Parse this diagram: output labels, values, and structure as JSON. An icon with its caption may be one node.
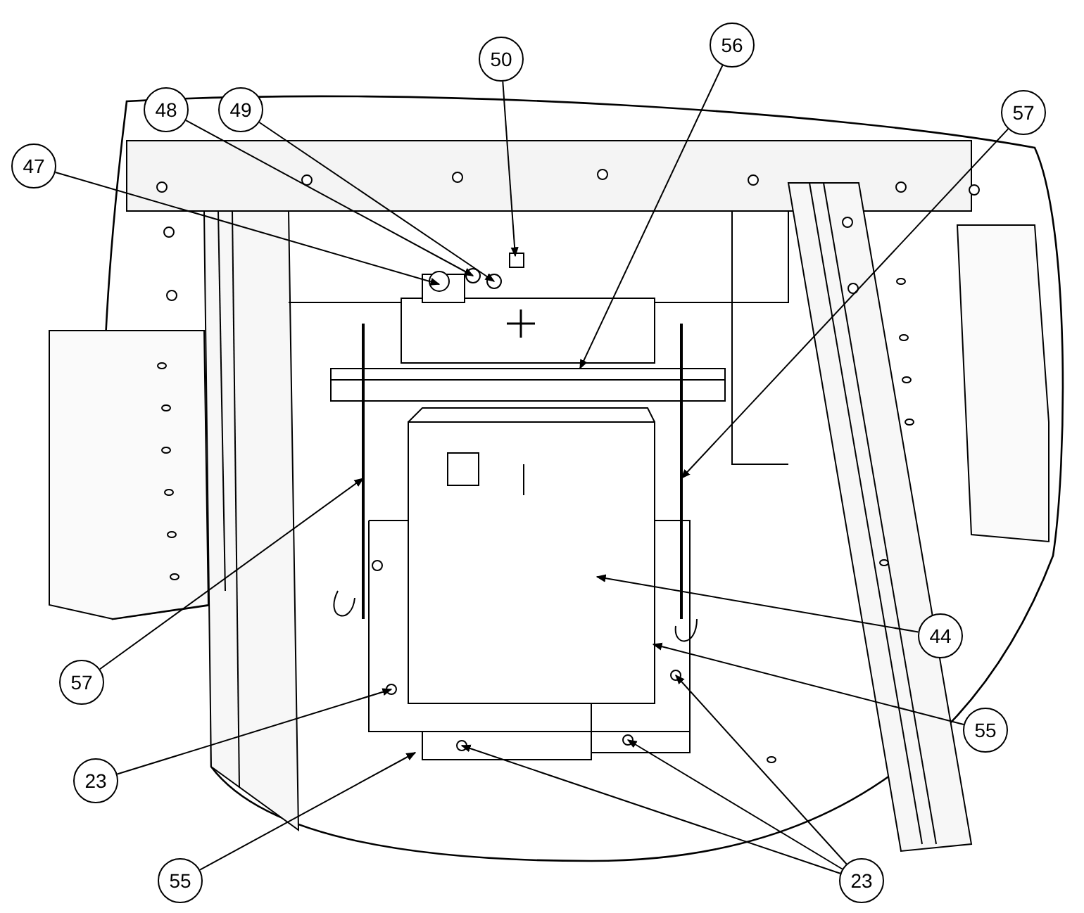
{
  "diagram": {
    "nodes": [
      {
        "text": [
          "47"
        ]
      },
      {
        "text": [
          "48"
        ]
      },
      {
        "text": [
          "49"
        ]
      },
      {
        "text": [
          "50"
        ]
      },
      {
        "text": [
          "56"
        ]
      },
      {
        "text": [
          "57"
        ]
      },
      {
        "text": [
          "57"
        ]
      },
      {
        "text": [
          "44"
        ]
      },
      {
        "text": [
          "55"
        ]
      },
      {
        "text": [
          "23"
        ]
      },
      {
        "text": [
          "55"
        ]
      },
      {
        "text": [
          "23"
        ]
      }
    ],
    "edges": [
      {
        "from": 0,
        "to": null,
        "arrow": "to"
      },
      {
        "from": 1,
        "to": null,
        "arrow": "to"
      },
      {
        "from": 2,
        "to": null,
        "arrow": "to"
      },
      {
        "from": 3,
        "to": null,
        "arrow": "to"
      },
      {
        "from": 4,
        "to": null,
        "arrow": "to"
      },
      {
        "from": 5,
        "to": null,
        "arrow": "to"
      },
      {
        "from": 6,
        "to": null,
        "arrow": "to"
      },
      {
        "from": 7,
        "to": null,
        "arrow": "to"
      },
      {
        "from": 8,
        "to": null,
        "arrow": "to"
      },
      {
        "from": 9,
        "to": null,
        "arrow": "to"
      },
      {
        "from": 10,
        "to": null,
        "arrow": "to"
      },
      {
        "from": 11,
        "to": null,
        "arrow": "to"
      },
      {
        "from": 11,
        "to": null,
        "arrow": "to"
      },
      {
        "from": 11,
        "to": null,
        "arrow": "to"
      }
    ]
  }
}
